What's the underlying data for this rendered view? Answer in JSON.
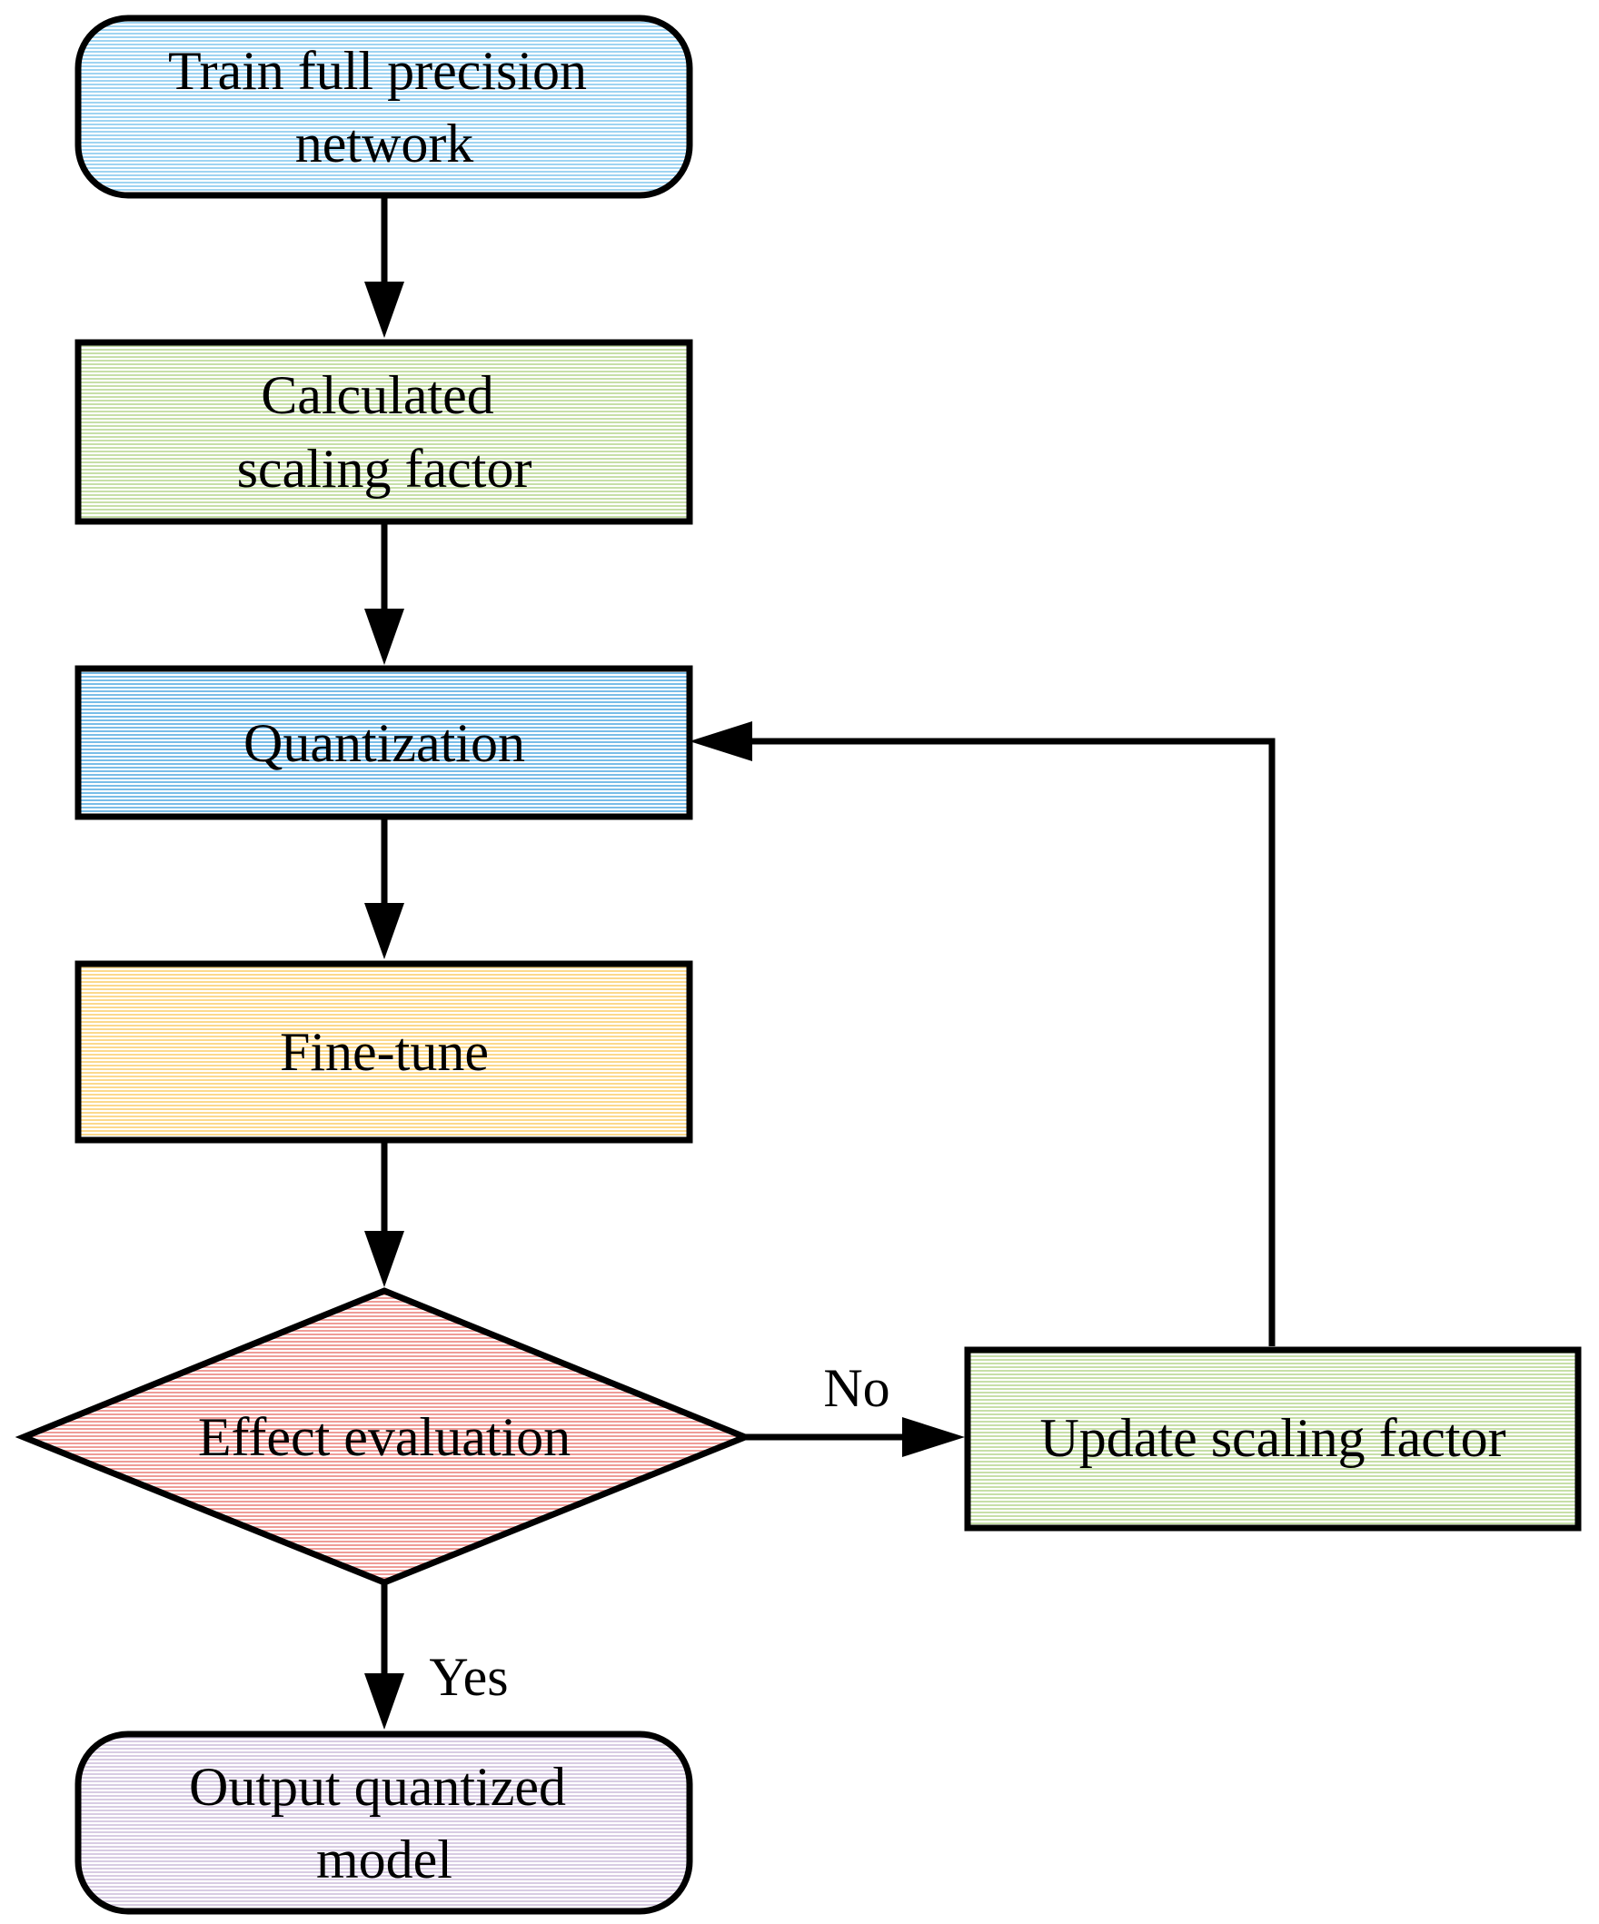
{
  "nodes": {
    "train": {
      "lines": [
        "Train full precision",
        "network"
      ],
      "color": "#9fd4f2"
    },
    "calc": {
      "lines": [
        "Calculated",
        "scaling factor"
      ],
      "color": "#c7dfa8"
    },
    "quant": {
      "lines": [
        "Quantization"
      ],
      "color": "#79bde8"
    },
    "finetune": {
      "lines": [
        "Fine-tune"
      ],
      "color": "#fcd98c"
    },
    "evaluation": {
      "lines": [
        "Effect evaluation"
      ],
      "color": "#ef9c97"
    },
    "update": {
      "lines": [
        "Update scaling factor"
      ],
      "color": "#c7dfa8"
    },
    "output": {
      "lines": [
        "Output quantized",
        "model"
      ],
      "color": "#d8cce3"
    }
  },
  "edges": {
    "no_label": "No",
    "yes_label": "Yes"
  }
}
